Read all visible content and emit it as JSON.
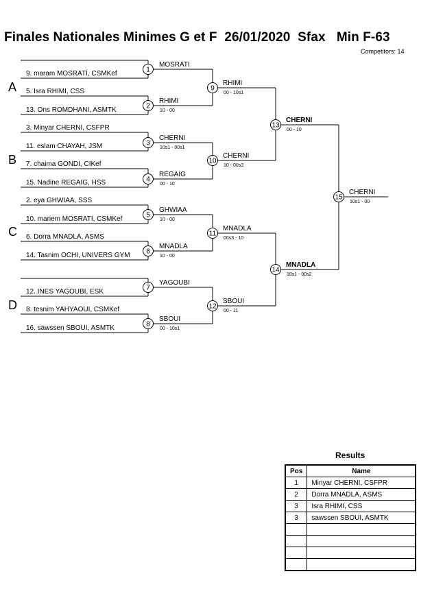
{
  "header": {
    "title": "Finales Nationales Minimes G et F  26/01/2020  Sfax   Min F-63",
    "competitors": "Competitors: 14"
  },
  "bracket": {
    "pools": [
      "A",
      "B",
      "C",
      "D"
    ],
    "entries": [
      "9. maram MOSRATI, CSMKef",
      "5. Isra RHIMI, CSS",
      "13. Ons ROMDHANI, ASMTK",
      "3. Minyar CHERNI, CSFPR",
      "11. eslam CHAYAH, JSM",
      "7. chaima GONDI, CIKef",
      "15. Nadine REGAIG, HSS",
      "2. eya GHWIAA, SSS",
      "10. mariem MOSRATI, CSMKef",
      "6. Dorra MNADLA, ASMS",
      "14. Tasnim OCHI, UNIVERS GYM",
      "12. INES YAGOUBI, ESK",
      "8. tesnim YAHYAOUI, CSMKef",
      "16. sawssen SBOUI, ASMTK"
    ],
    "matches": [
      {
        "num": "1",
        "winner": "MOSRATI",
        "score": ""
      },
      {
        "num": "2",
        "winner": "RHIMI",
        "score": "10 - 00"
      },
      {
        "num": "3",
        "winner": "CHERNI",
        "score": "10s1 - 00s1"
      },
      {
        "num": "4",
        "winner": "REGAIG",
        "score": "00 - 10"
      },
      {
        "num": "5",
        "winner": "GHWIAA",
        "score": "10 - 00"
      },
      {
        "num": "6",
        "winner": "MNADLA",
        "score": "10 - 00"
      },
      {
        "num": "7",
        "winner": "YAGOUBI",
        "score": ""
      },
      {
        "num": "8",
        "winner": "SBOUI",
        "score": "00 - 10s1"
      },
      {
        "num": "9",
        "winner": "RHIMI",
        "score": "00 - 10s1"
      },
      {
        "num": "10",
        "winner": "CHERNI",
        "score": "10 - 00s3"
      },
      {
        "num": "11",
        "winner": "MNADLA",
        "score": "00s3 - 10"
      },
      {
        "num": "12",
        "winner": "SBOUI",
        "score": "00 - 11"
      },
      {
        "num": "13",
        "winner": "CHERNI",
        "score": "00 - 10"
      },
      {
        "num": "14",
        "winner": "MNADLA",
        "score": "10s1 - 00s2"
      },
      {
        "num": "15",
        "winner": "CHERNI",
        "score": "10s1 - 00"
      }
    ]
  },
  "results": {
    "title": "Results",
    "headers": {
      "pos": "Pos",
      "name": "Name"
    },
    "rows": [
      {
        "pos": "1",
        "name": "Minyar CHERNI, CSFPR"
      },
      {
        "pos": "2",
        "name": "Dorra MNADLA, ASMS"
      },
      {
        "pos": "3",
        "name": "Isra RHIMI, CSS"
      },
      {
        "pos": "3",
        "name": "sawssen SBOUI, ASMTK"
      },
      {
        "pos": "",
        "name": ""
      },
      {
        "pos": "",
        "name": ""
      },
      {
        "pos": "",
        "name": ""
      },
      {
        "pos": "",
        "name": ""
      }
    ]
  }
}
